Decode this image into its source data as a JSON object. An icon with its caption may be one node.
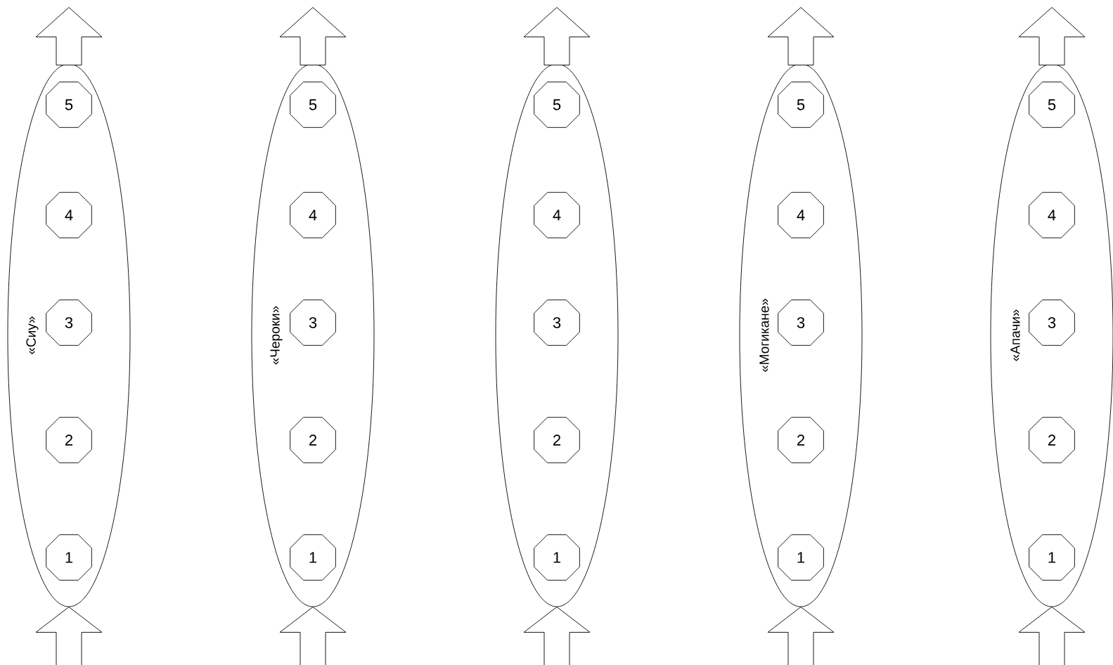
{
  "diagram": {
    "nodes": [
      {
        "text": [
          "«Сиу»"
        ]
      },
      {
        "text": [
          "5"
        ],
        "in": 0
      },
      {
        "text": [
          "4"
        ],
        "in": 0
      },
      {
        "text": [
          "3"
        ],
        "in": 0
      },
      {
        "text": [
          "2"
        ],
        "in": 0
      },
      {
        "text": [
          "1"
        ],
        "in": 0
      },
      {
        "text": [
          "«Чероки»"
        ]
      },
      {
        "text": [
          "5"
        ],
        "in": 6
      },
      {
        "text": [
          "4"
        ],
        "in": 6
      },
      {
        "text": [
          "3"
        ],
        "in": 6
      },
      {
        "text": [
          "2"
        ],
        "in": 6
      },
      {
        "text": [
          "1"
        ],
        "in": 6
      },
      {
        "text": [],
        "shape": "ellipse"
      },
      {
        "text": [
          "5"
        ],
        "in": 12
      },
      {
        "text": [
          "4"
        ],
        "in": 12
      },
      {
        "text": [
          "3"
        ],
        "in": 12
      },
      {
        "text": [
          "2"
        ],
        "in": 12
      },
      {
        "text": [
          "1"
        ],
        "in": 12
      },
      {
        "text": [
          "«Могикане»"
        ]
      },
      {
        "text": [
          "5"
        ],
        "in": 18
      },
      {
        "text": [
          "4"
        ],
        "in": 18
      },
      {
        "text": [
          "3"
        ],
        "in": 18
      },
      {
        "text": [
          "2"
        ],
        "in": 18
      },
      {
        "text": [
          "1"
        ],
        "in": 18
      },
      {
        "text": [
          "«Апачи»"
        ]
      },
      {
        "text": [
          "5"
        ],
        "in": 24
      },
      {
        "text": [
          "4"
        ],
        "in": 24
      },
      {
        "text": [
          "3"
        ],
        "in": 24
      },
      {
        "text": [
          "2"
        ],
        "in": 24
      },
      {
        "text": [
          "1"
        ],
        "in": 24
      }
    ],
    "edges": [
      {
        "from": null,
        "to": 0,
        "arrow": "to"
      },
      {
        "from": 0,
        "to": null,
        "arrow": "to"
      },
      {
        "from": null,
        "to": 6,
        "arrow": "to"
      },
      {
        "from": 6,
        "to": null,
        "arrow": "to"
      },
      {
        "from": null,
        "to": 12,
        "arrow": "to"
      },
      {
        "from": 12,
        "to": null,
        "arrow": "to"
      },
      {
        "from": null,
        "to": 18,
        "arrow": "to"
      },
      {
        "from": 18,
        "to": null,
        "arrow": "to"
      },
      {
        "from": null,
        "to": 24,
        "arrow": "to"
      },
      {
        "from": 24,
        "to": null,
        "arrow": "to"
      }
    ]
  }
}
